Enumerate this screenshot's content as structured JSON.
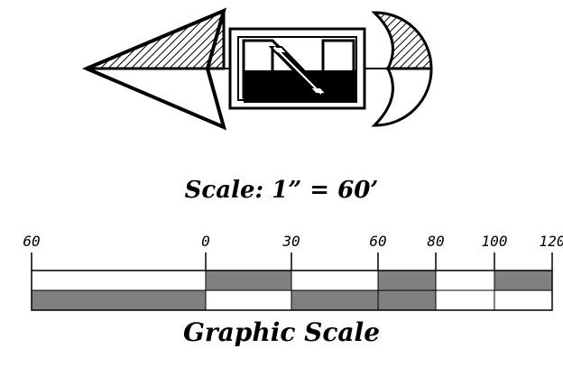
{
  "north_arrow": {
    "letter_icon": "n-letter-icon"
  },
  "scale_note": "Scale: 1” = 60’",
  "bar_scale": {
    "ticks": [
      "60",
      "0",
      "30",
      "60",
      "80",
      "100",
      "120"
    ],
    "top_row_fill": [
      "white",
      "gray",
      "white",
      "gray",
      "white",
      "gray"
    ],
    "bottom_row_fill": [
      "gray",
      "white",
      "gray",
      "gray",
      "white"
    ],
    "colors": {
      "gray": "#808080",
      "white": "#ffffff",
      "line": "#000000"
    }
  },
  "caption": "Graphic Scale"
}
